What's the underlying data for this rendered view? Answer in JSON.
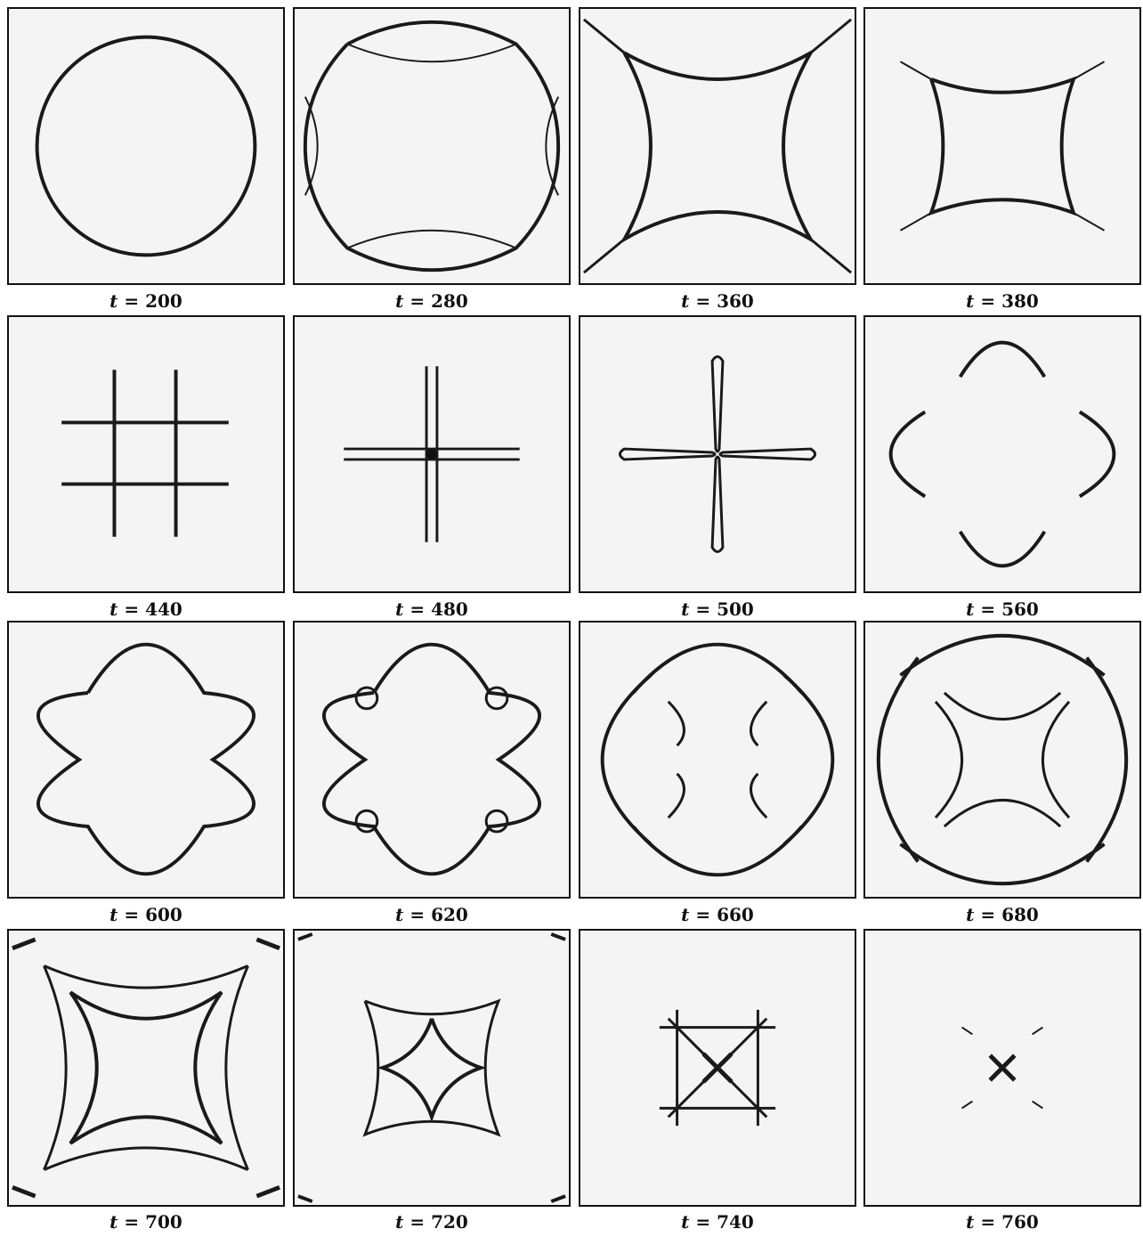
{
  "figure": {
    "caption_var": "t",
    "caption_eq": "=",
    "panels": [
      {
        "t": "200",
        "shape": "circle"
      },
      {
        "t": "280",
        "shape": "clipped-circle"
      },
      {
        "t": "360",
        "shape": "concave-square-large"
      },
      {
        "t": "380",
        "shape": "concave-square-medium"
      },
      {
        "t": "440",
        "shape": "hash-grid"
      },
      {
        "t": "480",
        "shape": "cross-thin"
      },
      {
        "t": "500",
        "shape": "cross-lobes"
      },
      {
        "t": "560",
        "shape": "four-arcs"
      },
      {
        "t": "600",
        "shape": "cloverleaf"
      },
      {
        "t": "620",
        "shape": "cloverleaf-loops"
      },
      {
        "t": "660",
        "shape": "star-arcs"
      },
      {
        "t": "680",
        "shape": "star-arcs-dense"
      },
      {
        "t": "700",
        "shape": "double-star"
      },
      {
        "t": "720",
        "shape": "nested-star"
      },
      {
        "t": "740",
        "shape": "small-lattice"
      },
      {
        "t": "760",
        "shape": "tiny-x"
      }
    ]
  }
}
